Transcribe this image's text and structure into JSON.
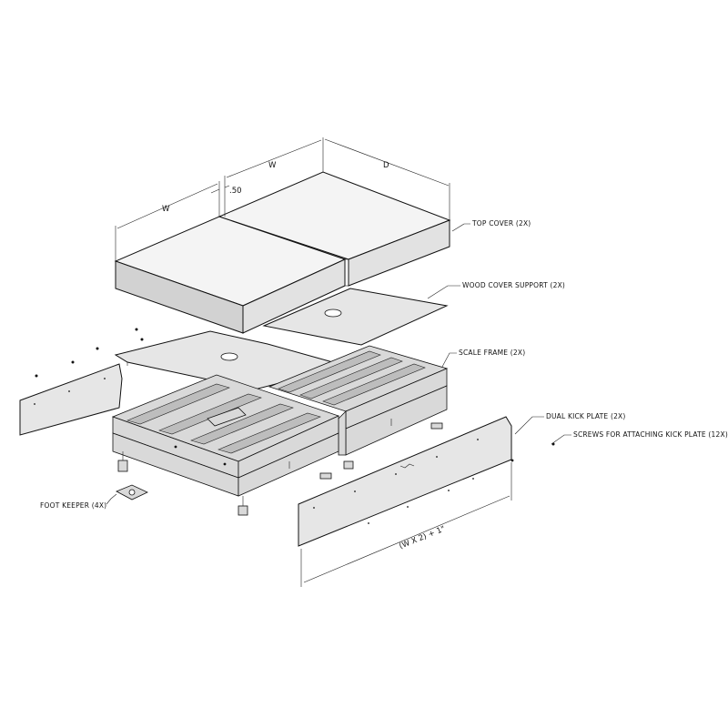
{
  "dimensions": {
    "w_top": "W",
    "w_left": "W",
    "d": "D",
    "gap": ".50",
    "kick_length": "(W X 2) + 1\""
  },
  "callouts": {
    "top_cover": "TOP COVER (2X)",
    "wood_cover_support": "WOOD COVER SUPPORT (2X)",
    "scale_frame": "SCALE FRAME (2X)",
    "dual_kick_plate": "DUAL KICK PLATE (2X)",
    "screws": "SCREWS FOR ATTACHING KICK PLATE (12X)",
    "foot_keeper": "FOOT KEEPER (4X)"
  }
}
